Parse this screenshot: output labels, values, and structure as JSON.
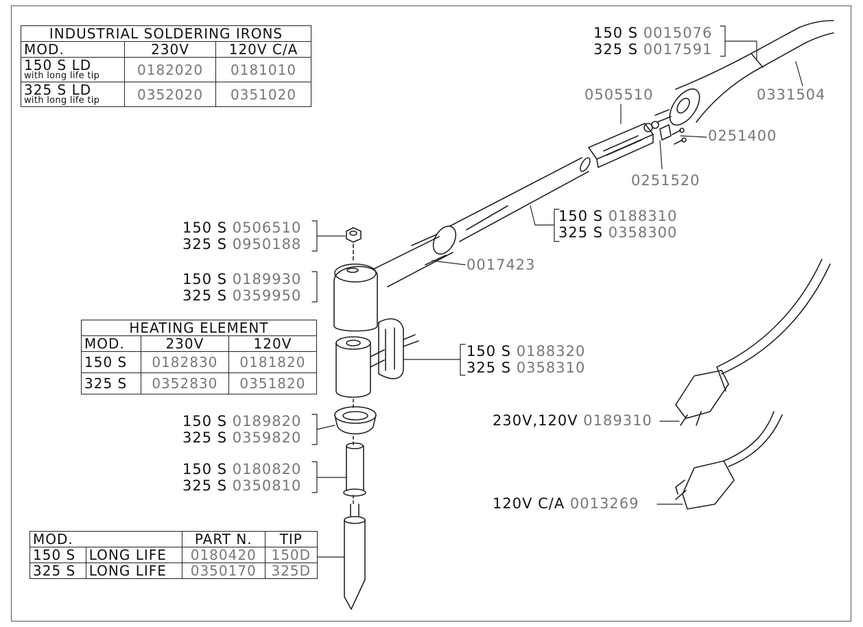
{
  "irons_table": {
    "title": "INDUSTRIAL SOLDERING IRONS",
    "headers": [
      "MOD.",
      "230V",
      "120V C/A"
    ],
    "rows": [
      {
        "model": "150 S LD",
        "note": "with long life tip",
        "v230": "0182020",
        "v120": "0181010"
      },
      {
        "model": "325 S LD",
        "note": "with long life tip",
        "v230": "0352020",
        "v120": "0351020"
      }
    ]
  },
  "heating_table": {
    "title": "HEATING ELEMENT",
    "headers": [
      "MOD.",
      "230V",
      "120V"
    ],
    "rows": [
      {
        "model": "150 S",
        "v230": "0182830",
        "v120": "0181820"
      },
      {
        "model": "325 S",
        "v230": "0352830",
        "v120": "0351820"
      }
    ]
  },
  "tip_table": {
    "headers": [
      "MOD.",
      "PART N.",
      "TIP"
    ],
    "rows": [
      {
        "model": "150 S",
        "type": "LONG LIFE",
        "part": "0180420",
        "tip": "150D"
      },
      {
        "model": "325 S",
        "type": "LONG LIFE",
        "part": "0350170",
        "tip": "325D"
      }
    ]
  },
  "labels": {
    "handle": [
      {
        "model": "150 S",
        "part": "0015076"
      },
      {
        "model": "325 S",
        "part": "0017591"
      }
    ],
    "cable_sleeve": "0331504",
    "connector": "0505510",
    "screws": "0251400",
    "clamp": "0251520",
    "tube": [
      {
        "model": "150 S",
        "part": "0188310"
      },
      {
        "model": "325 S",
        "part": "0358300"
      }
    ],
    "nut": [
      {
        "model": "150 S",
        "part": "0506510"
      },
      {
        "model": "325 S",
        "part": "0950188"
      }
    ],
    "flange_screw": "0017423",
    "head": [
      {
        "model": "150 S",
        "part": "0189930"
      },
      {
        "model": "325 S",
        "part": "0359950"
      }
    ],
    "shield": [
      {
        "model": "150 S",
        "part": "0188320"
      },
      {
        "model": "325 S",
        "part": "0358310"
      }
    ],
    "cap": [
      {
        "model": "150 S",
        "part": "0189820"
      },
      {
        "model": "325 S",
        "part": "0359820"
      }
    ],
    "bushing": [
      {
        "model": "150 S",
        "part": "0180820"
      },
      {
        "model": "325 S",
        "part": "0350810"
      }
    ],
    "plug_eu": {
      "voltage": "230V,120V",
      "part": "0189310"
    },
    "plug_us": {
      "voltage": "120V C/A",
      "part": "0013269"
    }
  }
}
